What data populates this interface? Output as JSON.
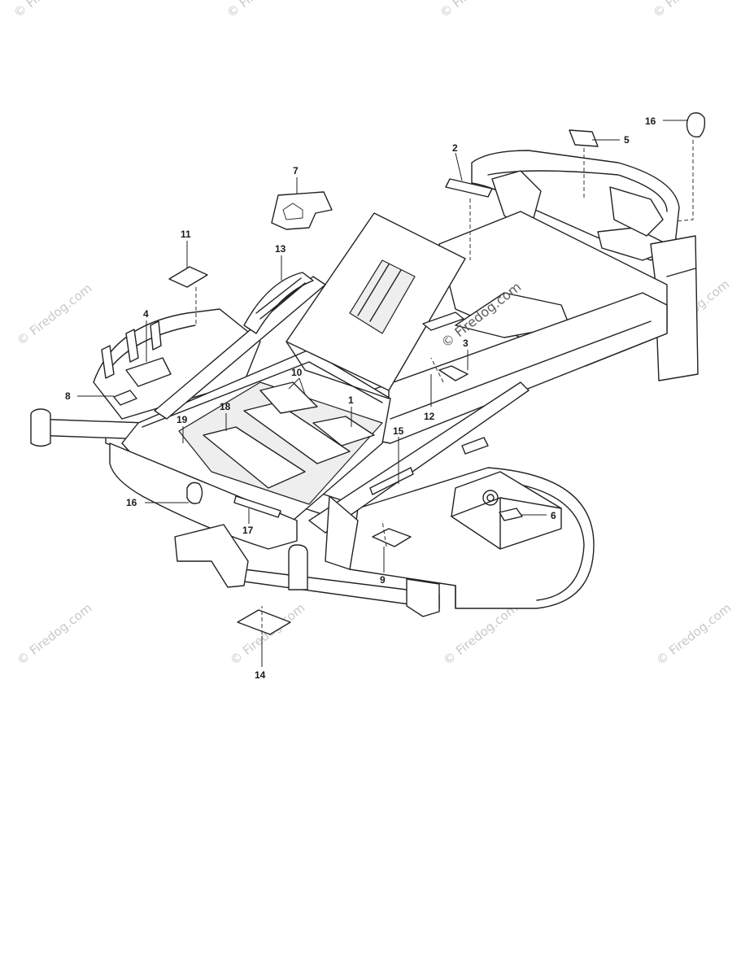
{
  "watermark": {
    "small_text": "© Firedog.com",
    "main_text": "© Firedog.com"
  },
  "callouts": [
    "1",
    "2",
    "3",
    "4",
    "5",
    "6",
    "7",
    "8",
    "9",
    "10",
    "11",
    "12",
    "13",
    "14",
    "15",
    "16",
    "16",
    "17",
    "18",
    "19"
  ]
}
